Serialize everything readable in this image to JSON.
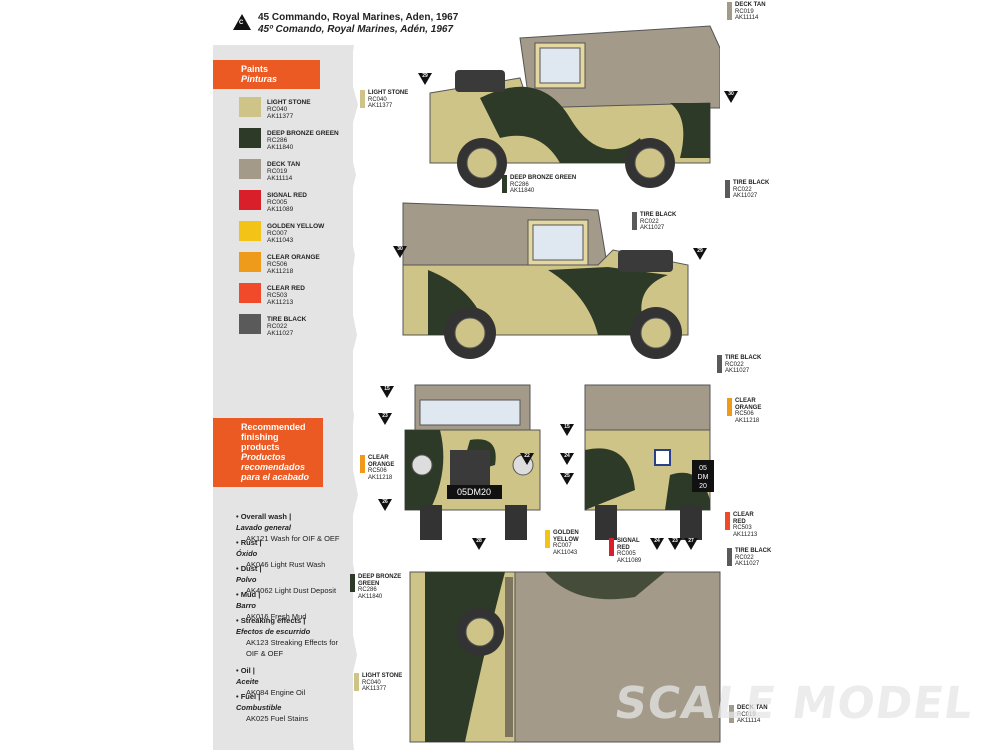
{
  "header": {
    "badge": "C",
    "title_en": "45 Commando, Royal Marines, Aden, 1967",
    "title_es": "45º Comando, Royal Marines, Adén, 1967"
  },
  "paints_banner": {
    "en": "Paints",
    "es": "Pinturas"
  },
  "paints": [
    {
      "name": "LIGHT STONE",
      "code1": "RC040",
      "code2": "AK11377",
      "color": "#cfc487"
    },
    {
      "name": "DEEP BRONZE GREEN",
      "code1": "RC286",
      "code2": "AK11840",
      "color": "#2d3a27"
    },
    {
      "name": "DECK TAN",
      "code1": "RC019",
      "code2": "AK11114",
      "color": "#a39a89"
    },
    {
      "name": "SIGNAL RED",
      "code1": "RC005",
      "code2": "AK11089",
      "color": "#d91f2a"
    },
    {
      "name": "GOLDEN YELLOW",
      "code1": "RC007",
      "code2": "AK11043",
      "color": "#f3c318"
    },
    {
      "name": "CLEAR ORANGE",
      "code1": "RC506",
      "code2": "AK11218",
      "color": "#ee9b1c"
    },
    {
      "name": "CLEAR RED",
      "code1": "RC503",
      "code2": "AK11213",
      "color": "#f04a2a"
    },
    {
      "name": "TIRE BLACK",
      "code1": "RC022",
      "code2": "AK11027",
      "color": "#5a5a5a"
    }
  ],
  "finishing_banner": {
    "en1": "Recommended",
    "en2": "finishing",
    "en3": "products",
    "es1": "Productos",
    "es2": "recomendados",
    "es3": "para el acabado"
  },
  "finishing": [
    {
      "en": "Overall wash |",
      "es": "Lavado general",
      "product": "AK121 Wash for OIF & OEF"
    },
    {
      "en": "Rust |",
      "es": "Óxido",
      "product": "AK046 Light Rust Wash"
    },
    {
      "en": "Dust |",
      "es": "Polvo",
      "product": "AK4062 Light Dust Deposit"
    },
    {
      "en": "Mud |",
      "es": "Barro",
      "product": "AK016 Fresh Mud"
    },
    {
      "en": "Streaking effects |",
      "es": "Efectos de escurrido",
      "product": "AK123 Streaking Effects for",
      "product2": "OIF & OEF"
    },
    {
      "en": "Oil |",
      "es": "Aceite",
      "product": "AK084 Engine Oil"
    },
    {
      "en": "Fuel |",
      "es": "Combustible",
      "product": "AK025 Fuel Stains"
    }
  ],
  "callouts": {
    "deck_tan_top": {
      "name": "DECK TAN",
      "c1": "RC019",
      "c2": "AK11114"
    },
    "light_stone_1": {
      "name": "LIGHT STONE",
      "c1": "RC040",
      "c2": "AK11377"
    },
    "deep_bronze_1": {
      "name": "DEEP BRONZE GREEN",
      "c1": "RC286",
      "c2": "AK11840"
    },
    "tire_black_1": {
      "name": "TIRE BLACK",
      "c1": "RC022",
      "c2": "AK11027"
    },
    "tire_black_2": {
      "name": "TIRE BLACK",
      "c1": "RC022",
      "c2": "AK11027"
    },
    "tire_black_3": {
      "name": "TIRE BLACK",
      "c1": "RC022",
      "c2": "AK11027"
    },
    "clear_orange_l": {
      "name1": "CLEAR",
      "name2": "ORANGE",
      "c1": "RC506",
      "c2": "AK11218"
    },
    "clear_orange_r": {
      "name1": "CLEAR",
      "name2": "ORANGE",
      "c1": "RC506",
      "c2": "AK11218"
    },
    "golden_yellow": {
      "name1": "GOLDEN",
      "name2": "YELLOW",
      "c1": "RC007",
      "c2": "AK11043"
    },
    "signal_red": {
      "name1": "SIGNAL",
      "name2": "RED",
      "c1": "RC005",
      "c2": "AK11089"
    },
    "clear_red": {
      "name1": "CLEAR",
      "name2": "RED",
      "c1": "RC503",
      "c2": "AK11213"
    },
    "tire_black_4": {
      "name": "TIRE BLACK",
      "c1": "RC022",
      "c2": "AK11027"
    },
    "deep_bronze_2": {
      "name1": "DEEP BRONZE",
      "name2": "GREEN",
      "c1": "RC286",
      "c2": "AK11840"
    },
    "light_stone_2": {
      "name": "LIGHT STONE",
      "c1": "RC040",
      "c2": "AK11377"
    },
    "deck_tan_bottom": {
      "name": "DECK TAN",
      "c1": "RC019",
      "c2": "AK11114"
    }
  },
  "markers": [
    "29",
    "30",
    "30",
    "29",
    "15",
    "23",
    "24",
    "22",
    "25",
    "26",
    "28",
    "15",
    "24",
    "23",
    "27"
  ],
  "plates": {
    "front": "05DM20",
    "rear1": "05",
    "rear2": "DM",
    "rear3": "20"
  },
  "watermark": "SCALE MODEL"
}
